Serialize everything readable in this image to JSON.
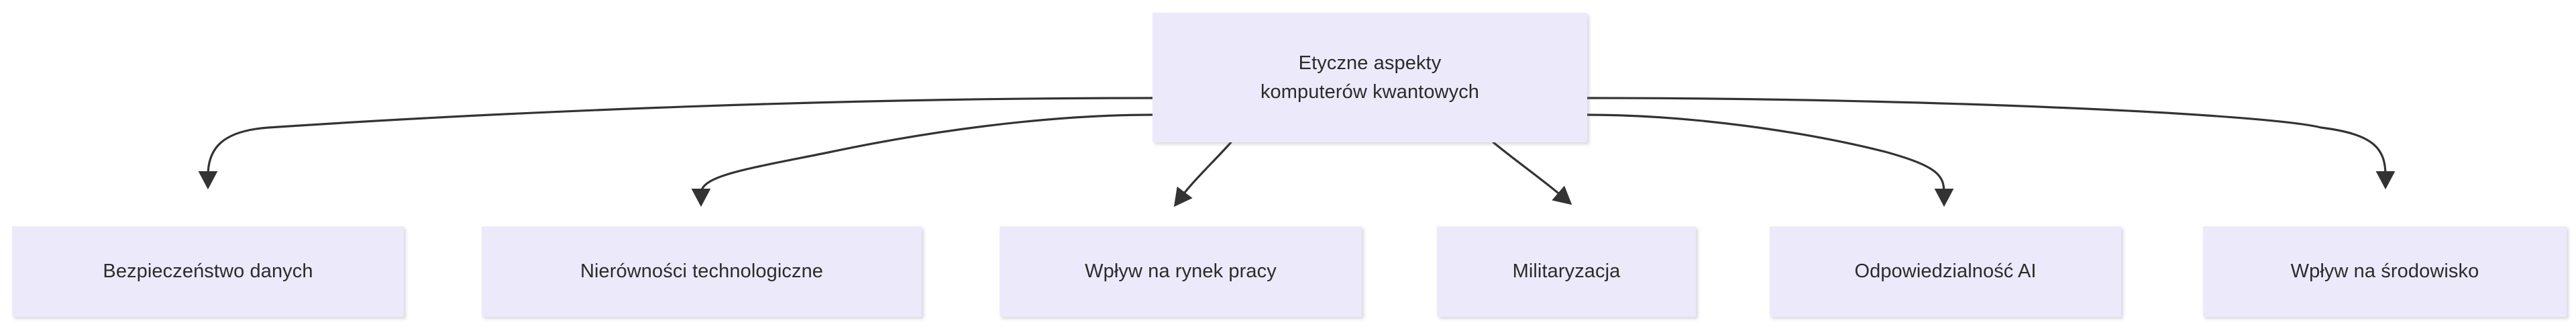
{
  "diagram": {
    "type": "flowchart",
    "direction": "top-down",
    "background_color": "#ffffff",
    "node_fill_color": "#ECEAFA",
    "node_text_color": "#2b2b2b",
    "edge_color": "#333333",
    "root": {
      "id": "root",
      "label": "Etyczne aspekty\nkomputerów kwantowych",
      "line1": "Etyczne aspekty",
      "line2": "komputerów kwantowych"
    },
    "children": [
      {
        "id": "leaf0",
        "label": "Bezpieczeństwo danych"
      },
      {
        "id": "leaf1",
        "label": "Nierówności technologiczne"
      },
      {
        "id": "leaf2",
        "label": "Wpływ na rynek pracy"
      },
      {
        "id": "leaf3",
        "label": "Militaryzacja"
      },
      {
        "id": "leaf4",
        "label": "Odpowiedzialność AI"
      },
      {
        "id": "leaf5",
        "label": "Wpływ na środowisko"
      }
    ],
    "edges": [
      {
        "from": "root",
        "to": "leaf0",
        "arrow": "arrowhead-down-icon"
      },
      {
        "from": "root",
        "to": "leaf1",
        "arrow": "arrowhead-down-icon"
      },
      {
        "from": "root",
        "to": "leaf2",
        "arrow": "arrowhead-down-icon"
      },
      {
        "from": "root",
        "to": "leaf3",
        "arrow": "arrowhead-down-icon"
      },
      {
        "from": "root",
        "to": "leaf4",
        "arrow": "arrowhead-down-icon"
      },
      {
        "from": "root",
        "to": "leaf5",
        "arrow": "arrowhead-down-icon"
      }
    ]
  }
}
